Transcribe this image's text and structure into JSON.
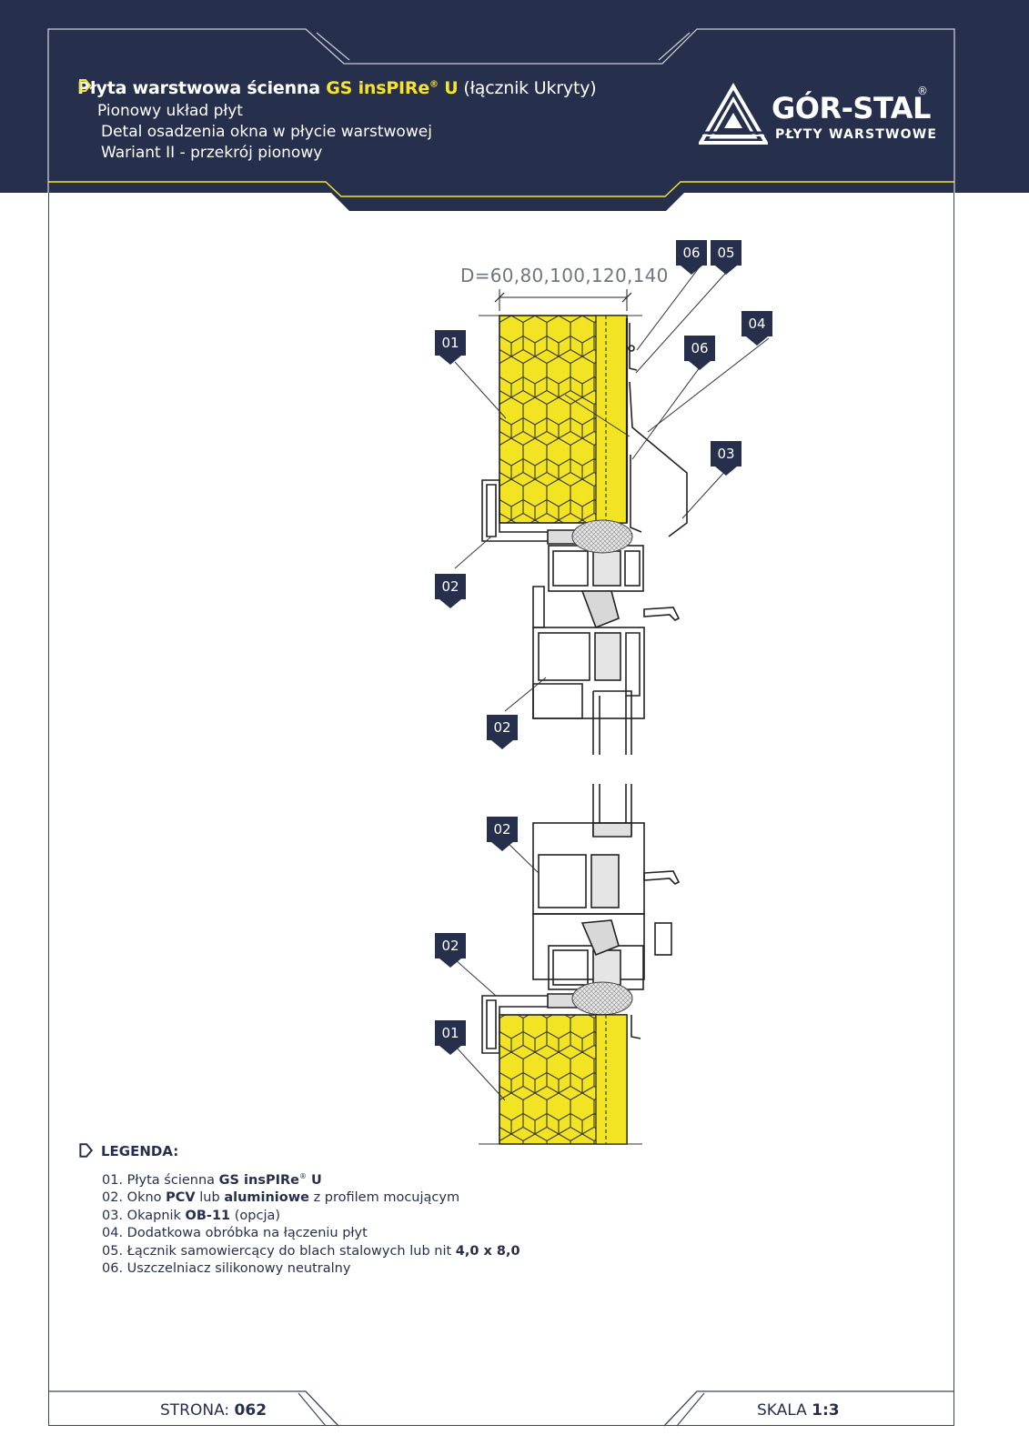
{
  "header": {
    "title_pre": "Płyta warstwowa ścienna ",
    "title_accent": "GS insPIRe",
    "title_reg": "®",
    "title_accent2": " U",
    "title_post": " (łącznik Ukryty)",
    "sub1": "Pionowy układ płyt",
    "sub2": "Detal osadzenia okna w płycie warstwowej",
    "sub3": "Wariant II - przekrój pionowy",
    "colors": {
      "navy": "#26304d",
      "accent": "#f7e22e",
      "insulation": "#f2e422"
    }
  },
  "logo": {
    "name": "GÓR-STAL",
    "reg": "®",
    "tagline": "PŁYTY WARSTWOWE",
    "icon": "triangle-logo-icon"
  },
  "drawing": {
    "dimension": "D=60,80,100,120,140",
    "tags": {
      "t06a": "06",
      "t05": "05",
      "t04": "04",
      "t06b": "06",
      "t01a": "01",
      "t03": "03",
      "t02a": "02",
      "t02b": "02",
      "t02c": "02",
      "t02d": "02",
      "t01b": "01"
    }
  },
  "legend": {
    "title": "LEGENDA:",
    "i1_pre": "01. Płyta ścienna ",
    "i1_bold": "GS insPIRe",
    "i1_reg": "®",
    "i1_bold2": " U",
    "i2_pre": "02. Okno ",
    "i2_b1": "PCV",
    "i2_mid": " lub ",
    "i2_b2": "aluminiowe",
    "i2_post": " z profilem mocującym",
    "i3_pre": "03. Okapnik ",
    "i3_b": "OB-11",
    "i3_post": " (opcja)",
    "i4": "04. Dodatkowa obróbka na łączeniu płyt",
    "i5_pre": "05. Łącznik samowiercący do blach stalowych lub nit ",
    "i5_b": "4,0 x 8,0",
    "i6": "06. Uszczelniacz silikonowy neutralny"
  },
  "footer": {
    "page_label": "STRONA: ",
    "page_value": "062",
    "scale_label": "SKALA ",
    "scale_value": "1:3"
  }
}
